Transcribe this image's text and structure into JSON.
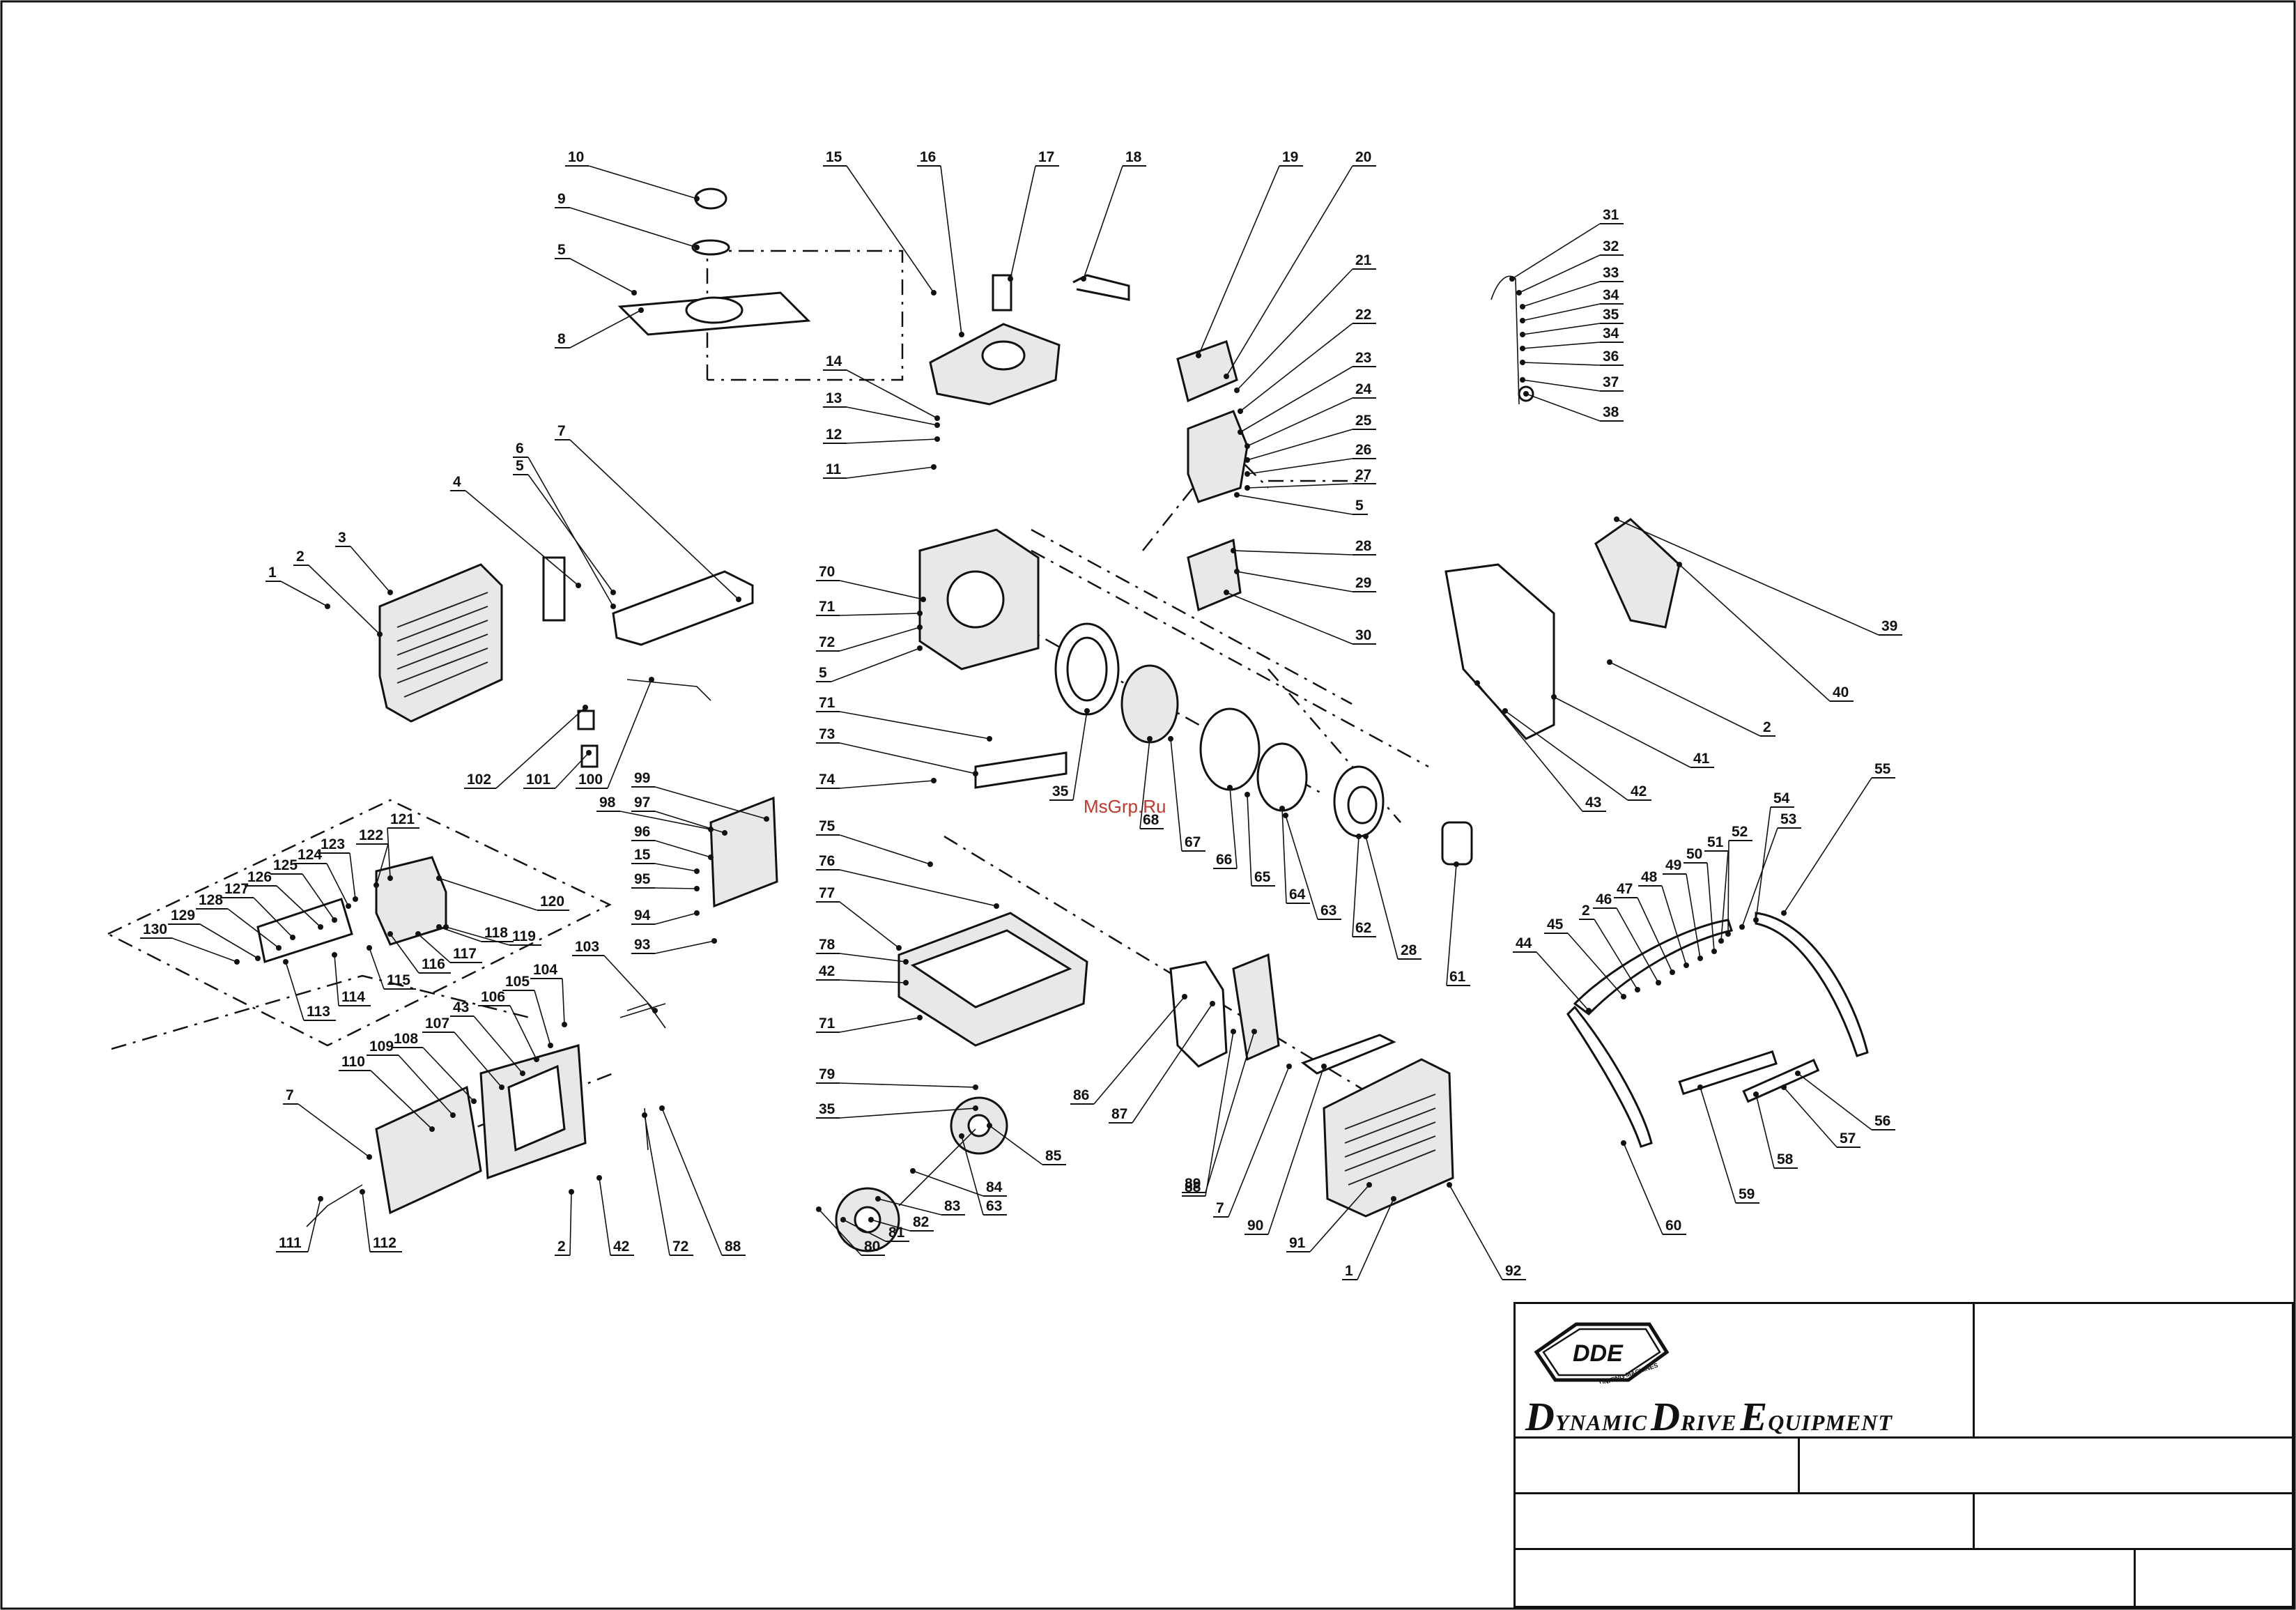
{
  "watermark": "MsGrp.Ru",
  "title_block": {
    "logo_text": "DDE",
    "logo_ring_text": "UNITING MACHINES",
    "company_name": [
      {
        "initial": "D",
        "rest": "YNAMIC"
      },
      {
        "initial": "D",
        "rest": "RIVE"
      },
      {
        "initial": "E",
        "rest": "QUIPMENT"
      }
    ]
  },
  "callout_labels": [
    "1",
    "2",
    "3",
    "4",
    "5",
    "6",
    "7",
    "8",
    "9",
    "10",
    "11",
    "12",
    "13",
    "14",
    "15",
    "16",
    "17",
    "18",
    "19",
    "20",
    "21",
    "22",
    "23",
    "24",
    "25",
    "26",
    "27",
    "28",
    "29",
    "30",
    "31",
    "32",
    "33",
    "34",
    "35",
    "36",
    "37",
    "38",
    "39",
    "40",
    "41",
    "42",
    "43",
    "44",
    "45",
    "46",
    "47",
    "48",
    "49",
    "50",
    "51",
    "52",
    "53",
    "54",
    "55",
    "56",
    "57",
    "58",
    "59",
    "60",
    "61",
    "62",
    "63",
    "64",
    "65",
    "66",
    "67",
    "68",
    "70",
    "71",
    "72",
    "73",
    "74",
    "75",
    "76",
    "77",
    "78",
    "79",
    "80",
    "81",
    "82",
    "83",
    "84",
    "85",
    "86",
    "87",
    "88",
    "89",
    "90",
    "91",
    "92",
    "93",
    "94",
    "95",
    "96",
    "97",
    "98",
    "99",
    "100",
    "101",
    "102",
    "103",
    "104",
    "105",
    "106",
    "107",
    "108",
    "109",
    "110",
    "111",
    "112",
    "113",
    "114",
    "115",
    "116",
    "117",
    "118",
    "119",
    "120",
    "121",
    "122",
    "123",
    "124",
    "125",
    "126",
    "127",
    "128",
    "129",
    "130"
  ]
}
